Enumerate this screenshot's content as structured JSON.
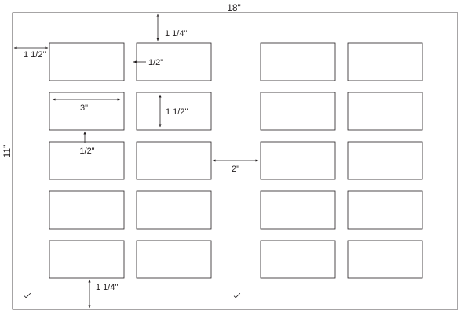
{
  "sheet": {
    "width_label": "18\"",
    "height_label": "11\"",
    "stroke_color": "#231f20",
    "background_color": "#ffffff"
  },
  "grid": {
    "columns": 4,
    "rows": 5,
    "card_width_label": "3\"",
    "card_height_label": "1 1/2\""
  },
  "dimensions": {
    "top_margin": "1 1/4\"",
    "left_margin": "1 1/2\"",
    "horizontal_gap": "1/2\"",
    "vertical_gap": "1/2\"",
    "center_gap": "2\"",
    "bottom_margin": "1 1/4\""
  }
}
